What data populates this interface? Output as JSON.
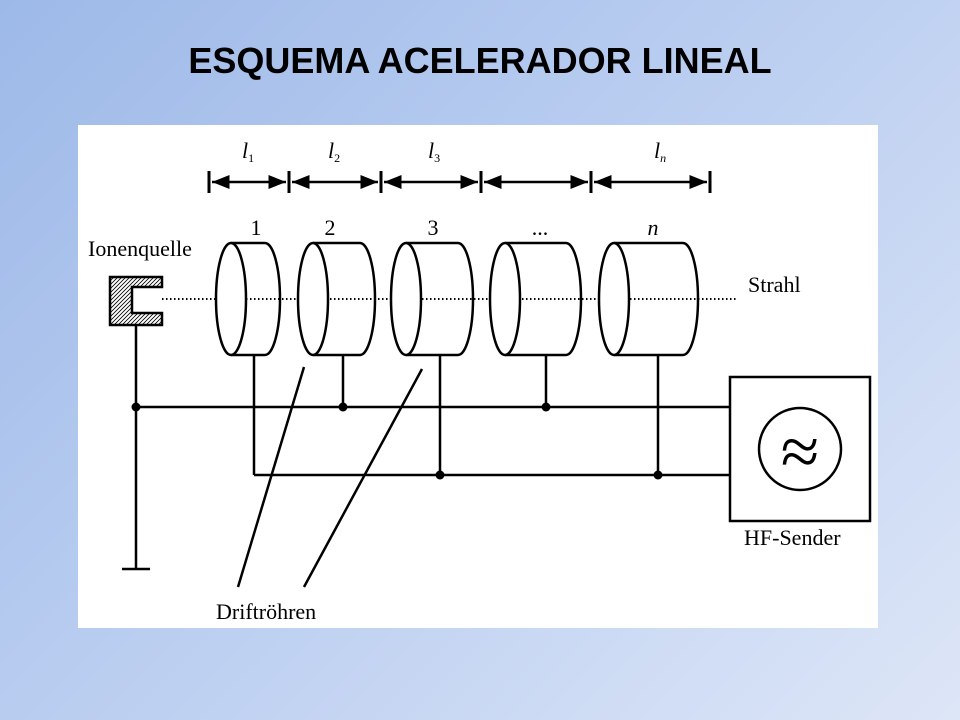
{
  "slide": {
    "title": "ESQUEMA  ACELERADOR LINEAL"
  },
  "diagram": {
    "ion_source_label": "Ionenquelle",
    "beam_label": "Strahl",
    "drift_tubes_label": "Driftröhren",
    "rf_generator_label": "HF-Sender",
    "rf_symbol": "≈",
    "tube_numbers": [
      "1",
      "2",
      "3",
      "...",
      "n"
    ],
    "lengths": [
      {
        "base": "l",
        "sub": "1"
      },
      {
        "base": "l",
        "sub": "2"
      },
      {
        "base": "l",
        "sub": "3"
      },
      {
        "base": "l",
        "sub": "n"
      }
    ]
  },
  "colors": {
    "background_start": "#9db9e8",
    "background_end": "#dde6f7",
    "line": "#000000"
  }
}
